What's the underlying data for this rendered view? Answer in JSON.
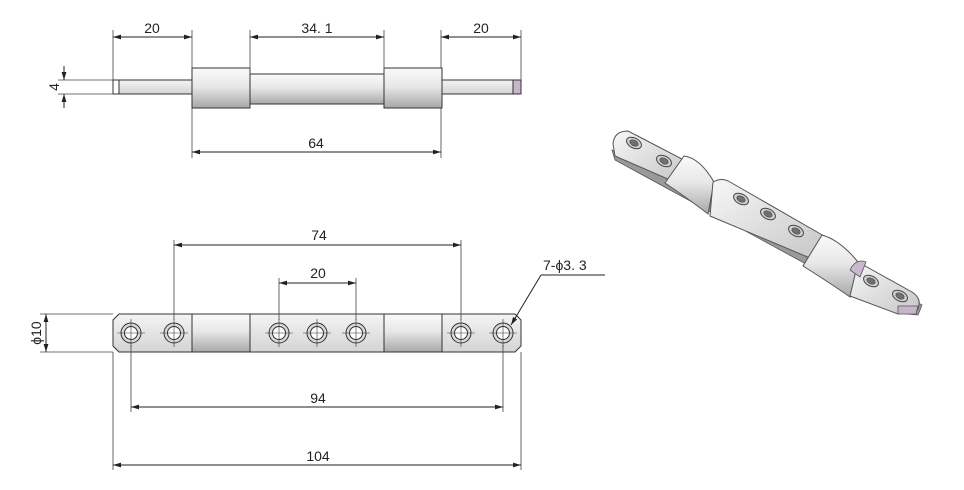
{
  "dimensions": {
    "side_top_left": "20",
    "side_top_mid": "34. 1",
    "side_top_right": "20",
    "side_thickness": "4",
    "side_knuckle_span": "64",
    "front_outer_holes": "74",
    "front_hole_pitch": "20",
    "front_hole_callout": "7-ϕ3. 3",
    "front_diameter": "ϕ10",
    "front_end_holes": "94",
    "front_total_length": "104"
  },
  "colors": {
    "line": "#222222",
    "metal_light": "#eeeeee",
    "metal_dark": "#a9a9a9",
    "hole_face": "#cfcfcf",
    "tip_accent": "#c9b4cc"
  },
  "icons": [
    "hinge-side-view",
    "hinge-front-view",
    "hinge-isometric-view"
  ]
}
